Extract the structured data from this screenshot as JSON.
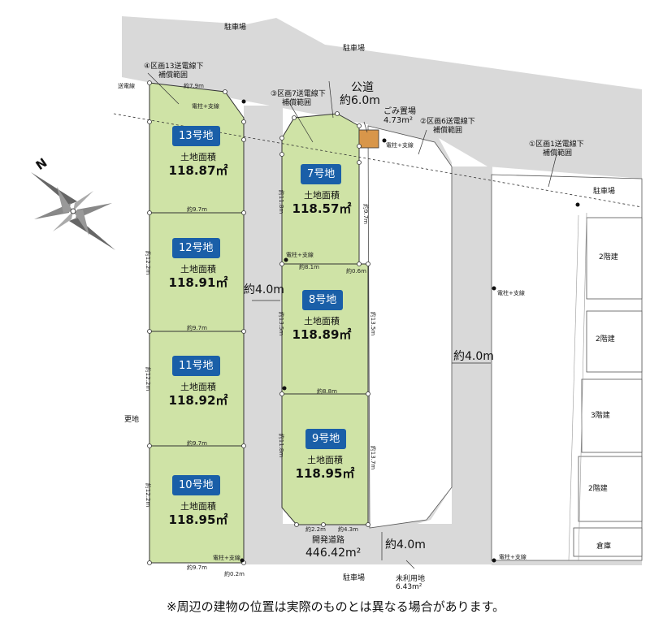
{
  "map": {
    "labels": {
      "parking_top": "駐車場",
      "parking_top2": "駐車場",
      "parking_right": "駐車場",
      "parking_bottom": "駐車場",
      "public_road_title": "公道",
      "public_road_width": "約6.0m",
      "garbage_title": "ごみ置場",
      "garbage_area": "4.73m²",
      "powerline": "送電線",
      "zone4": "④区画13送電線下",
      "zone4b": "補償範囲",
      "zone3": "③区画7送電線下",
      "zone3b": "補償範囲",
      "zone2": "②区画6送電線下",
      "zone2b": "補償範囲",
      "zone1": "①区画1送電線下",
      "zone1b": "補償範囲",
      "pole": "電柱+支線",
      "road_left_width": "約4.0m",
      "road_mid_width": "約4.0m",
      "road_bottom_width": "約4.0m",
      "dev_road_title": "開発道路",
      "dev_road_area": "446.42m²",
      "unused_title": "未利用地",
      "unused_area": "6.43m²",
      "sarachi": "更地",
      "bldg1": "2階建",
      "bldg2": "2階建",
      "bldg3": "3階建",
      "bldg4": "2階建",
      "warehouse": "倉庫",
      "north": "N"
    },
    "lots": [
      {
        "name": "13号地",
        "area_label": "土地面積",
        "area": "118.87㎡"
      },
      {
        "name": "12号地",
        "area_label": "土地面積",
        "area": "118.91㎡"
      },
      {
        "name": "11号地",
        "area_label": "土地面積",
        "area": "118.92㎡"
      },
      {
        "name": "10号地",
        "area_label": "土地面積",
        "area": "118.95㎡"
      },
      {
        "name": "7号地",
        "area_label": "土地面積",
        "area": "118.57㎡"
      },
      {
        "name": "8号地",
        "area_label": "土地面積",
        "area": "118.89㎡"
      },
      {
        "name": "9号地",
        "area_label": "土地面積",
        "area": "118.95㎡"
      }
    ],
    "dims": {
      "d_97a": "約9.7m",
      "d_97b": "約9.7m",
      "d_97c": "約9.7m",
      "d_97d": "約9.7m",
      "d_97e": "約9.7m",
      "d_79": "約7.9m",
      "d_122a": "約12.2m",
      "d_122b": "約12.2m",
      "d_122c": "約12.2m",
      "d_81": "約8.1m",
      "d_88": "約8.8m",
      "d_135a": "約13.5m",
      "d_135b": "約13.5m",
      "d_118a": "約11.8m",
      "d_118b": "約11.8m",
      "d_137": "約13.7m",
      "d_43": "約4.3m",
      "d_22": "約2.2m",
      "d_06": "約0.6m",
      "d_02": "約0.2m"
    },
    "colors": {
      "lot": "#cfe3a6",
      "road": "#d9d9d9",
      "badge": "#1a5fa8",
      "garbage": "#d8964a"
    }
  },
  "footnote": "※周辺の建物の位置は実際のものとは異なる場合があります。"
}
